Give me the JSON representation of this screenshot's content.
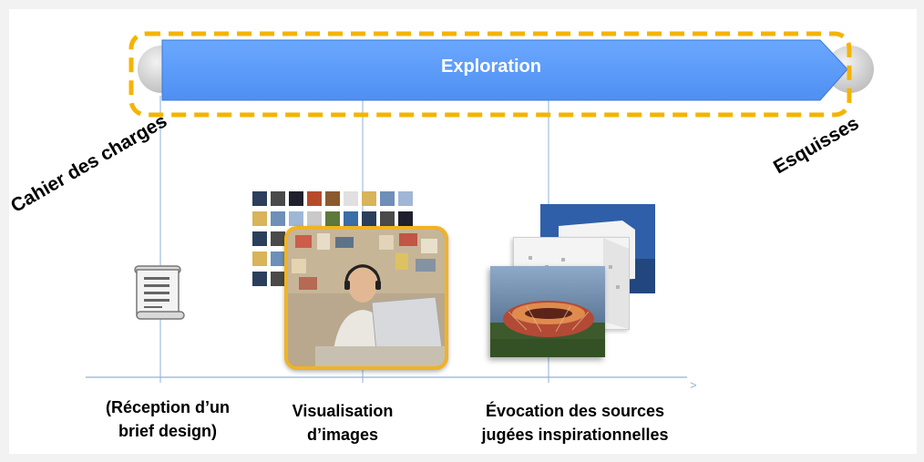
{
  "diagram": {
    "phase_label": "Exploration",
    "start_label": "Cahier des charges",
    "end_label": "Esquisses",
    "steps": [
      {
        "line1": "(Réception d’un",
        "line2": "brief design)",
        "icon": "brief-document-icon"
      },
      {
        "line1": "Visualisation",
        "line2": "d’images",
        "icon": "image-viewing-photo"
      },
      {
        "line1": "Évocation des sources",
        "line2": "jugées inspirationnelles",
        "icon": "inspiration-sources-photos"
      }
    ],
    "axis_arrow_glyph": ">",
    "colors": {
      "arrow_fill": "#5b9bf8",
      "dashed_outline": "#f4b400",
      "photo_frame": "#f0b323",
      "connector_line": "#8fb2dc",
      "circle": "#d6d6d6"
    }
  }
}
